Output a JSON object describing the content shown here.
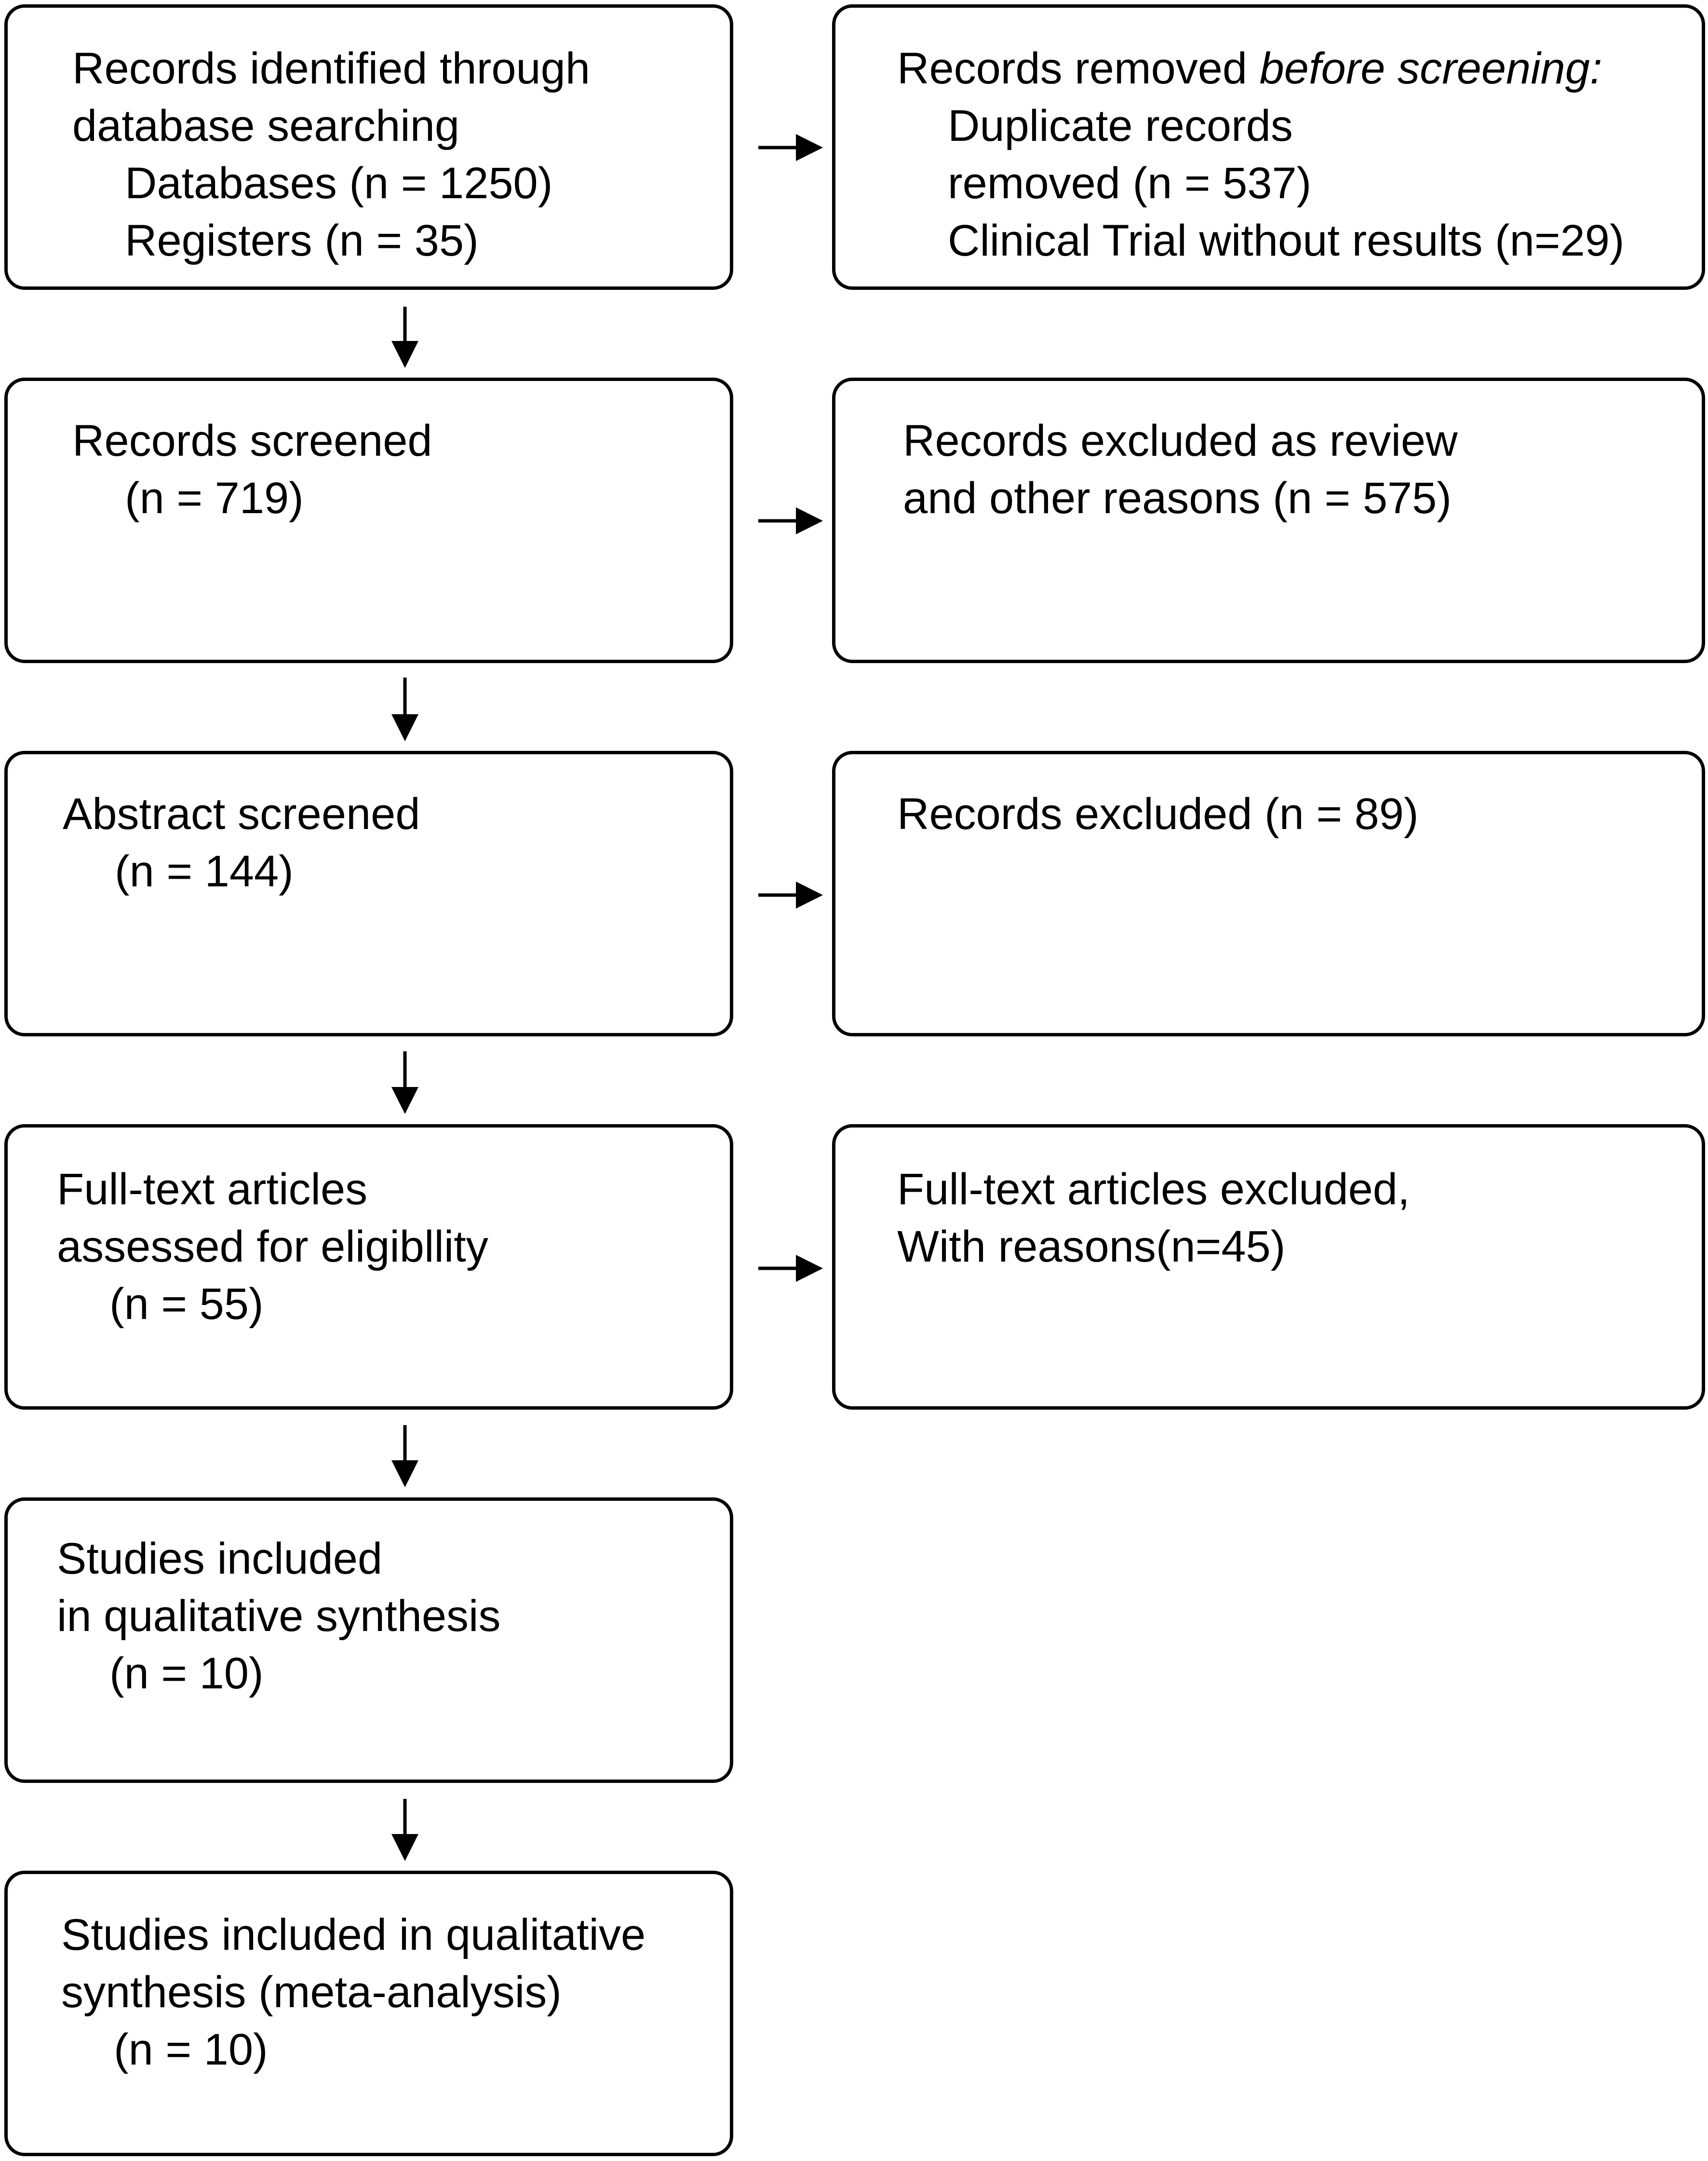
{
  "identification": {
    "line1": "Records identified through",
    "line2": "database searching",
    "line3": "Databases (n = 1250)",
    "line4": "Registers (n = 35)"
  },
  "removed": {
    "line1_regular": "Records removed ",
    "line1_italic": "before screening:",
    "line2": "Duplicate records",
    "line3": "removed (n = 537)",
    "line4": "Clinical Trial without results (n=29)"
  },
  "screened": {
    "line1": "Records screened",
    "line2": "(n = 719)"
  },
  "excluded_review": {
    "line1": "Records excluded as review",
    "line2": "and other reasons (n = 575)"
  },
  "abstract": {
    "line1": "Abstract screened",
    "line2": "(n = 144)"
  },
  "excluded": {
    "line1": "Records excluded (n = 89)"
  },
  "fulltext": {
    "line1": "Full-text articles",
    "line2": "assessed for eligibllity",
    "line3": "(n = 55)"
  },
  "fulltext_excluded": {
    "line1": "Full-text articles excluded,",
    "line2": "With reasons(n=45)"
  },
  "qualitative": {
    "line1": "Studies included",
    "line2": "in qualitative synthesis",
    "line3": "(n = 10)"
  },
  "meta": {
    "line1": "Studies included in qualitative",
    "line2": "synthesis (meta-analysis)",
    "line3": "(n = 10)"
  }
}
